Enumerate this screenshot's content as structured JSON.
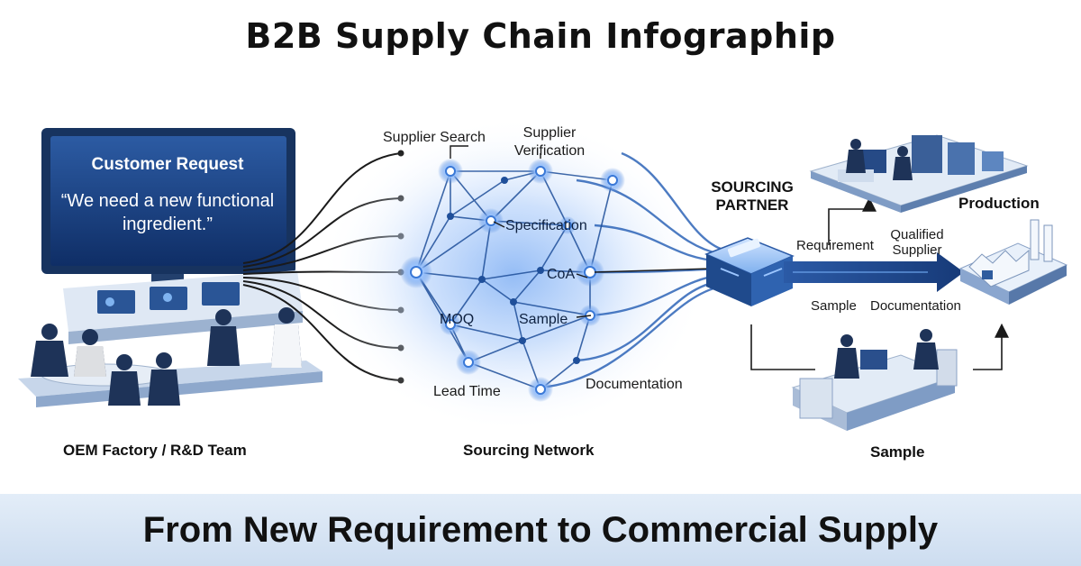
{
  "title": "B2B Supply Chain Infographip",
  "footer": "From New Requirement to Commercial Supply",
  "oem": {
    "screen_heading": "Customer Request",
    "screen_quote": "“We need a new functional ingredient.”",
    "caption": "OEM Factory / R&D Team"
  },
  "network": {
    "caption": "Sourcing Network",
    "labels": {
      "supplier_search": "Supplier Search",
      "supplier_verification": "Supplier Verification",
      "specification": "Specification",
      "coa": "CoA",
      "moq": "MOQ",
      "sample": "Sample",
      "lead_time": "Lead Time",
      "documentation": "Documentation"
    }
  },
  "partner": {
    "label": "SOURCING PARTNER"
  },
  "flow": {
    "requirement": "Requirement",
    "qualified_supplier": "Qualified Supplier",
    "sample": "Sample",
    "documentation": "Documentation",
    "production": "Production",
    "sample_caption": "Sample"
  },
  "colors": {
    "navy": "#1d3a6e",
    "network_blue": "#3f7fd9",
    "glow": "#cfe2ff",
    "footer_bg": "#d8e5f4"
  }
}
